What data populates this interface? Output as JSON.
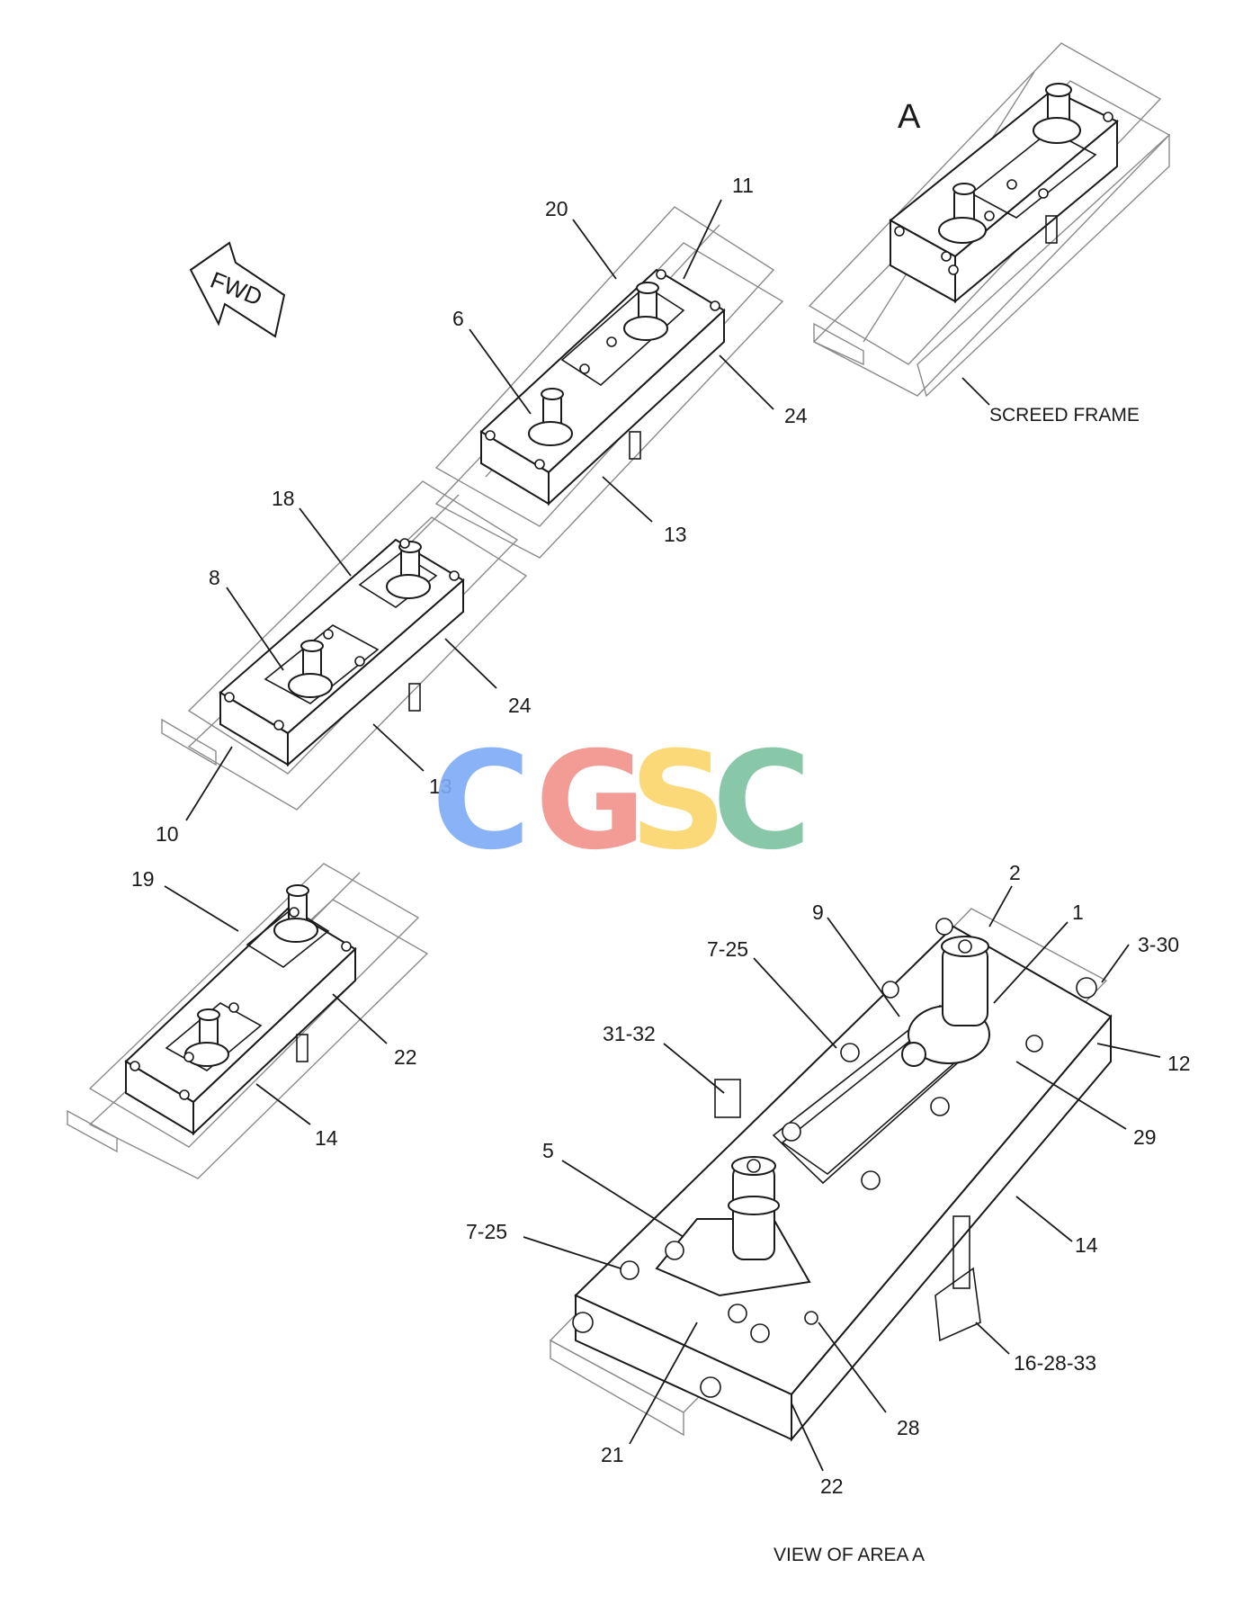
{
  "direction_label": "FWD",
  "area_letter": "A",
  "screed_frame_label": "SCREED FRAME",
  "view_caption": "VIEW OF AREA A",
  "watermark": {
    "letters": [
      "C",
      "G",
      "S",
      "C"
    ],
    "colors": [
      "#7eaaf6",
      "#f2918a",
      "#fbd56a",
      "#7cc3a0"
    ]
  },
  "callouts": {
    "top": [
      "20",
      "11",
      "6",
      "24",
      "13"
    ],
    "middle": [
      "18",
      "8",
      "24",
      "13",
      "10"
    ],
    "bottom": [
      "19",
      "22",
      "14"
    ],
    "detail": [
      "2",
      "9",
      "1",
      "7-25",
      "3-30",
      "31-32",
      "12",
      "29",
      "5",
      "7-25",
      "14",
      "16-28-33",
      "28",
      "21",
      "22"
    ]
  }
}
